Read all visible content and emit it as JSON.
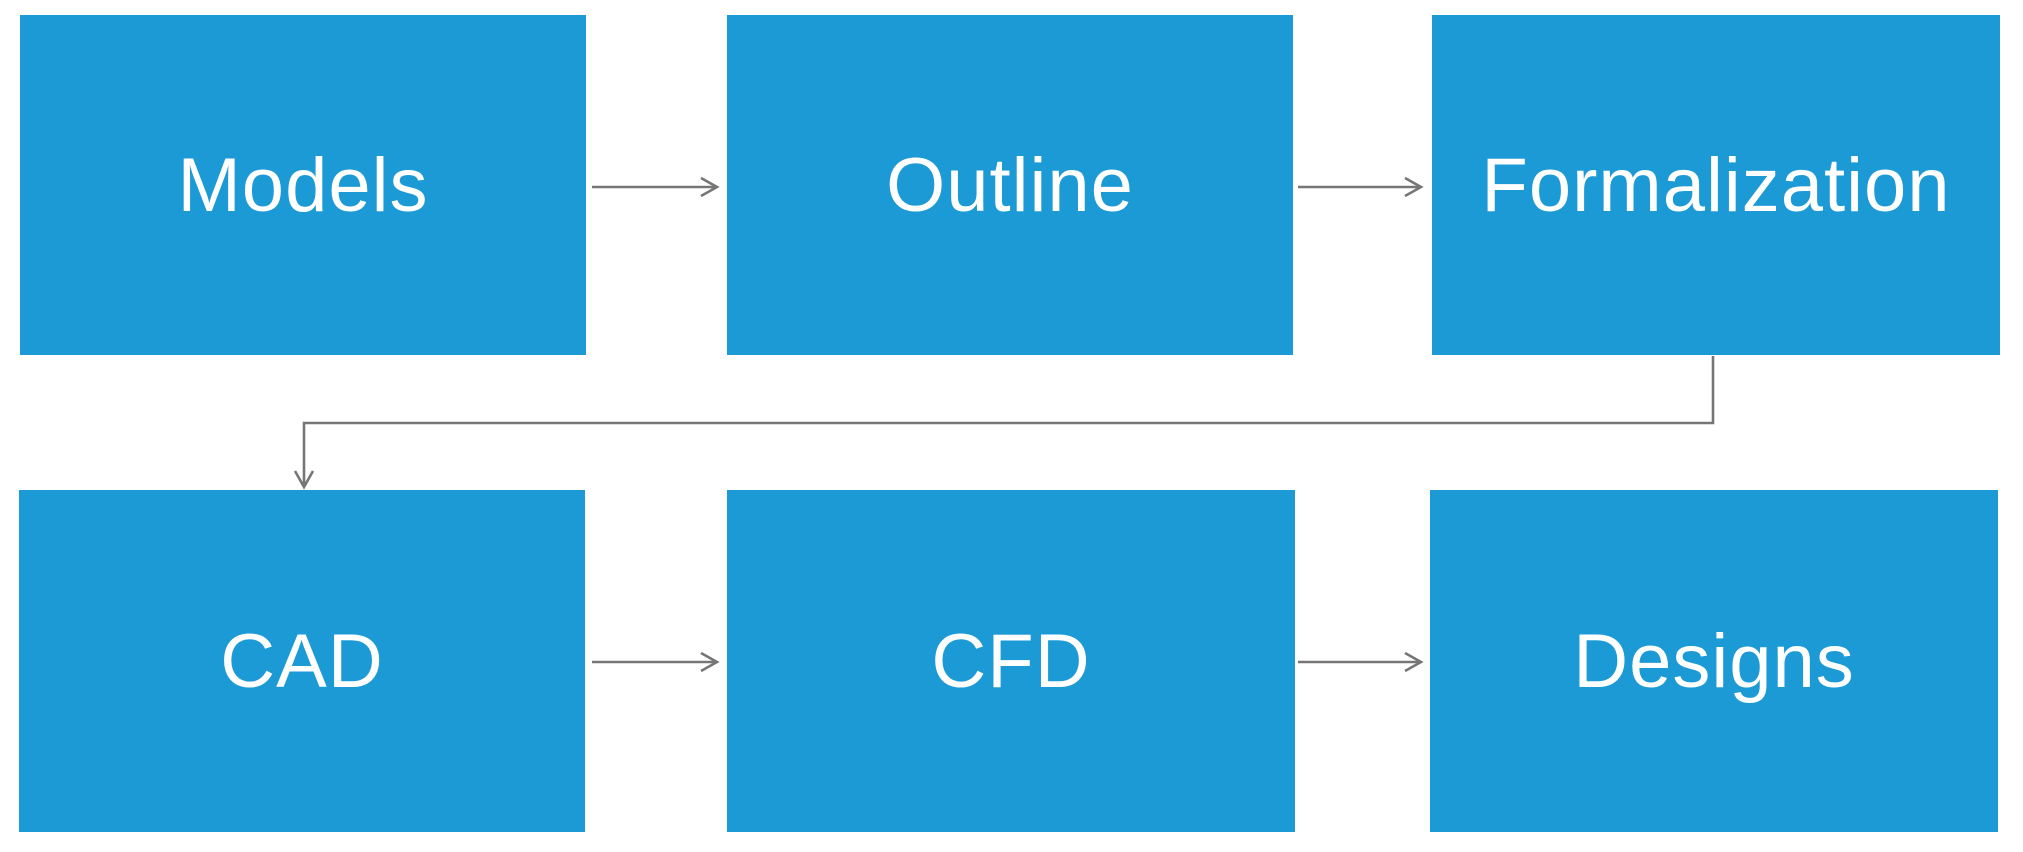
{
  "diagram": {
    "type": "flowchart",
    "nodes": [
      {
        "id": "models",
        "label": "Models"
      },
      {
        "id": "outline",
        "label": "Outline"
      },
      {
        "id": "formalization",
        "label": "Formalization"
      },
      {
        "id": "cad",
        "label": "CAD"
      },
      {
        "id": "cfd",
        "label": "CFD"
      },
      {
        "id": "designs",
        "label": "Designs"
      }
    ],
    "connections": [
      {
        "from": "Models",
        "to": "Outline",
        "style": "straight-arrow"
      },
      {
        "from": "Outline",
        "to": "Formalization",
        "style": "straight-arrow"
      },
      {
        "from": "Formalization",
        "to": "CAD",
        "style": "elbow-arrow"
      },
      {
        "from": "CAD",
        "to": "CFD",
        "style": "straight-arrow"
      },
      {
        "from": "CFD",
        "to": "Designs",
        "style": "straight-arrow"
      }
    ],
    "colors": {
      "box_fill": "#1B9AD5",
      "box_text": "#FFFFFF",
      "connector": "#767676",
      "background": "#FFFFFF"
    }
  }
}
